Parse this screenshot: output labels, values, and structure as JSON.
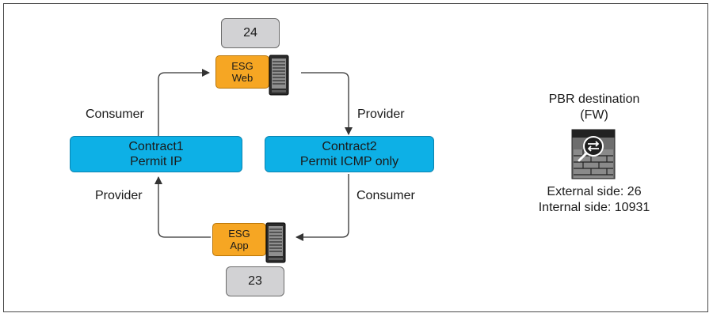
{
  "nodes": {
    "esg_web": {
      "line1": "ESG",
      "line2": "Web",
      "badge": "24"
    },
    "esg_app": {
      "line1": "ESG",
      "line2": "App",
      "badge": "23"
    },
    "contract1": {
      "line1": "Contract1",
      "line2": "Permit IP"
    },
    "contract2": {
      "line1": "Contract2",
      "line2": "Permit ICMP only"
    }
  },
  "edges": {
    "top_left": "Consumer",
    "top_right": "Provider",
    "bottom_left": "Provider",
    "bottom_right": "Consumer"
  },
  "pbr": {
    "title_line1": "PBR destination",
    "title_line2": "(FW)",
    "external": "External side: 26",
    "internal": "Internal side: 10931"
  },
  "icons": {
    "server": "server-rack-icon",
    "firewall": "firewall-icon"
  },
  "colors": {
    "contract": "#0db0e6",
    "esg": "#f6a623",
    "badge": "#d2d2d4",
    "line": "#333333"
  }
}
